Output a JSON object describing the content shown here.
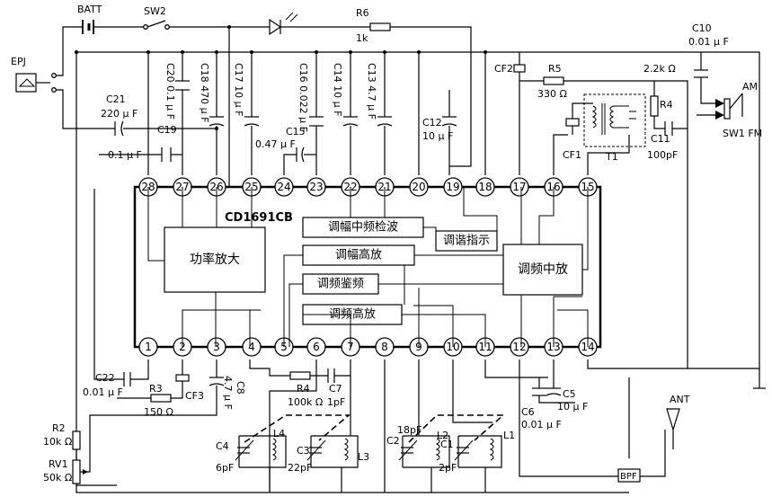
{
  "chip": {
    "name": "CD1691CB",
    "pins_top": [
      "28",
      "27",
      "26",
      "25",
      "24",
      "23",
      "22",
      "21",
      "20",
      "19",
      "18",
      "17",
      "16",
      "15"
    ],
    "pins_bottom": [
      "1",
      "2",
      "3",
      "4",
      "5",
      "6",
      "7",
      "8",
      "9",
      "10",
      "11",
      "12",
      "13",
      "14"
    ]
  },
  "blocks": {
    "am_if_det": "调幅中频检波",
    "tuning_ind": "调谐指示",
    "power_amp": "功率放大",
    "am_rf": "调幅高放",
    "fm_if": "调频中放",
    "fm_disc": "调频鉴频",
    "fm_rf": "调频高放"
  },
  "labels": {
    "batt": "BATT",
    "sw2": "SW2",
    "r6": "R6",
    "r6_val": "1k",
    "epj": "EPJ",
    "c21": "C21",
    "c21_val": "220 μ F",
    "c20": "C20 0.1 μ F",
    "c18": "C18 470 μ F",
    "c17": "C17 10 μ F",
    "c16": "C16 0.022 μ F",
    "c14": "C14 10 μ F",
    "c13": "C13 4.7 μ F",
    "c15": "C15",
    "c15_val": "0.47 μ F",
    "c19": "C19",
    "c19_val": "0.1 μ F",
    "c12": "C12",
    "c12_val": "10 μ F",
    "cf2": "CF2",
    "r5": "R5",
    "r5_val": "330 Ω",
    "c10": "C10",
    "c10_val": "0.01 μ F",
    "r_22k": "2.2k Ω",
    "r4_top": "R4",
    "am": "AM",
    "sw1": "SW1 FM",
    "cf1": "CF1",
    "t1": "T1",
    "c11": "C11",
    "c11_val": "100pF",
    "c22": "C22",
    "c22_val": "0.01 μ F",
    "r3": "R3",
    "r3_val": "150 Ω",
    "cf3": "CF3",
    "c8": "C8",
    "c8_val": "4.7 μ F",
    "r4": "R4",
    "r4_val": "100k Ω",
    "c7": "C7",
    "c7_val": "1pF",
    "c5": "C5",
    "c5_val": "10 μ F",
    "c6": "C6",
    "c6_val": "0.01 μ F",
    "ant": "ANT",
    "r2": "R2",
    "r2_val": "10k Ω",
    "rv1": "RV1",
    "rv1_val": "50k Ω",
    "c4": "C4",
    "c4_val": "6pF",
    "l4": "L4",
    "c3": "C3",
    "c3_val": "22pF",
    "l3": "L3",
    "c2": "C2",
    "c2_top": "18pF",
    "l2": "L2",
    "c1": "C1",
    "c1_val": "2pF",
    "l1": "L1",
    "bpf": "BPF"
  }
}
